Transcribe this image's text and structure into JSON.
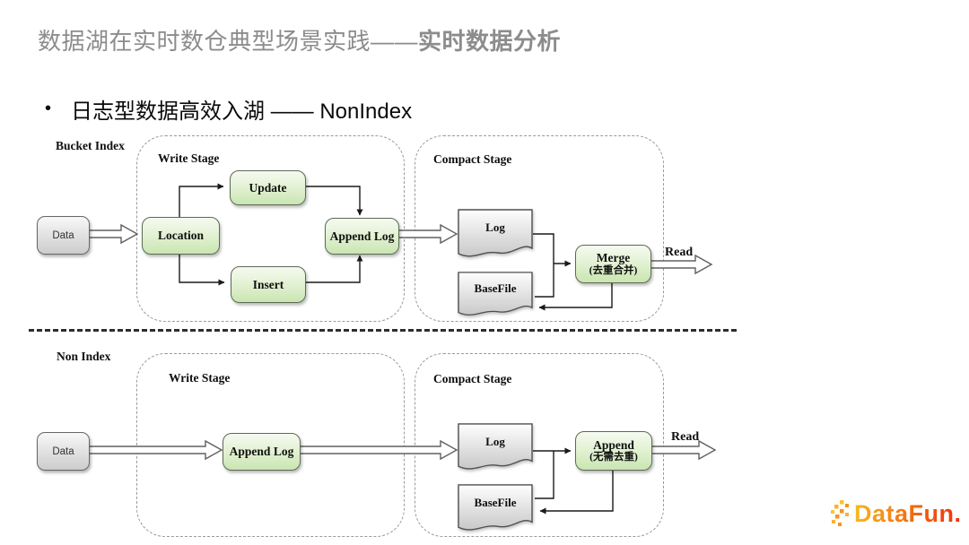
{
  "slide": {
    "title_regular": "数据湖在实时数仓典型场景实践——",
    "title_bold": "实时数据分析",
    "bullet": "•",
    "subtitle": "日志型数据高效入湖 —— NonIndex"
  },
  "top": {
    "index_label": "Bucket Index",
    "data": "Data",
    "write_stage_label": "Write Stage",
    "location": "Location",
    "update": "Update",
    "insert": "Insert",
    "append_log": "Append Log",
    "compact_stage_label": "Compact Stage",
    "log": "Log",
    "basefile": "BaseFile",
    "merge_title": "Merge",
    "merge_sub": "(去重合并)",
    "read": "Read"
  },
  "bottom": {
    "index_label": "Non Index",
    "data": "Data",
    "write_stage_label": "Write Stage",
    "append_log": "Append Log",
    "compact_stage_label": "Compact Stage",
    "log": "Log",
    "basefile": "BaseFile",
    "append_title": "Append",
    "append_sub": "(无需去重)",
    "read": "Read"
  },
  "logo": {
    "text": "DataFun."
  },
  "colors": {
    "node_green": "#c9e5b1",
    "title_gray": "#8c8c8c",
    "logo_gradient_start": "#f9b81f",
    "logo_gradient_end": "#ee2e0e"
  }
}
